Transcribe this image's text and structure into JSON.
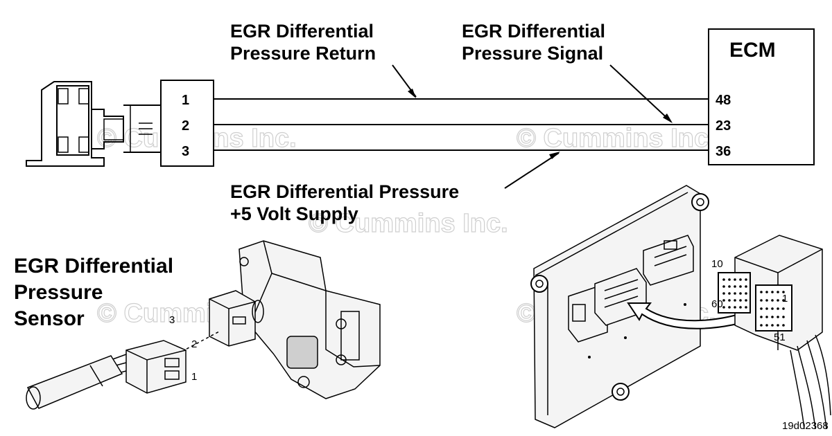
{
  "labels": {
    "return_line1": "EGR Differential",
    "return_line2": "Pressure Return",
    "signal_line1": "EGR Differential",
    "signal_line2": "Pressure Signal",
    "supply_line1": "EGR Differential Pressure",
    "supply_line2": "+5 Volt Supply",
    "sensor_line1": "EGR Differential",
    "sensor_line2": "Pressure",
    "sensor_line3": "Sensor"
  },
  "ecm": {
    "title": "ECM",
    "pins": [
      "48",
      "23",
      "36"
    ]
  },
  "sensor_connector": {
    "pins": [
      "1",
      "2",
      "3"
    ]
  },
  "sensor_pin_callouts": [
    "3",
    "2",
    "1"
  ],
  "ecm_connector_callouts": [
    "10",
    "60",
    "1",
    "51"
  ],
  "watermark": "© Cummins Inc.",
  "figure_id": "19d02368"
}
